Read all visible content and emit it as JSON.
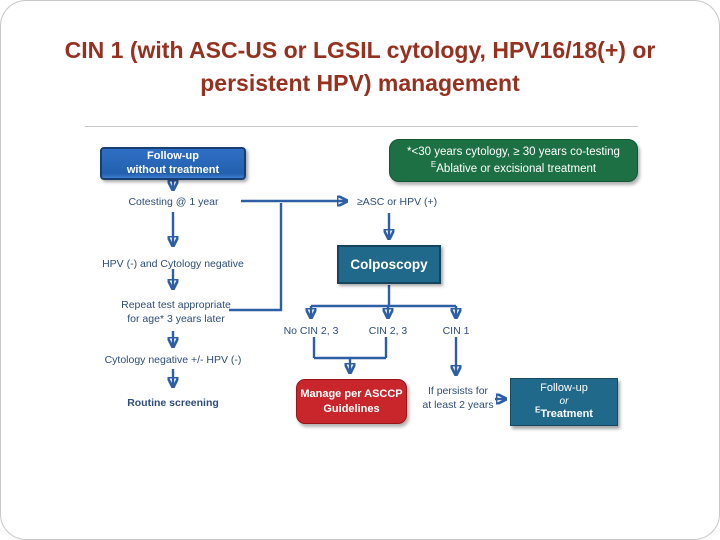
{
  "title": {
    "line1": "CIN 1 (with ASC-US or LGSIL cytology, HPV16/18(+) or",
    "line2": "persistent HPV) management"
  },
  "colors": {
    "title_color": "#96301f",
    "blue_box": "#2f6fc4",
    "green_box": "#1d7044",
    "teal_box": "#20698a",
    "red_box": "#c9262c",
    "connector_color": "#2d5fa6",
    "label_color": "#2e4d78"
  },
  "flowchart": {
    "boxes": {
      "follow_up": {
        "line1": "Follow-up",
        "line2": "without treatment"
      },
      "legend": {
        "line1": "*<30 years cytology, ≥ 30 years co-testing",
        "line2_sup": "E",
        "line2": "Ablative or excisional treatment"
      },
      "colposcopy": {
        "label": "Colposcopy"
      },
      "manage": {
        "line1": "Manage per ASCCP",
        "line2": "Guidelines"
      },
      "followup_treatment": {
        "line1": "Follow-up",
        "line2": "or",
        "line3_sup": "E",
        "line3": "Treatment"
      }
    },
    "labels": {
      "cotesting": "Cotesting @ 1 year",
      "asc_hpv": "≥ASC or HPV (+)",
      "hpv_neg": "HPV (-) and Cytology negative",
      "repeat_line1": "Repeat test appropriate",
      "repeat_line2": "for age* 3 years later",
      "cyto_neg": "Cytology negative +/- HPV (-)",
      "routine": "Routine screening",
      "no_cin23": "No CIN 2, 3",
      "cin23": "CIN 2, 3",
      "cin1": "CIN 1",
      "persists_line1": "If persists for",
      "persists_line2": "at least 2 years"
    }
  }
}
